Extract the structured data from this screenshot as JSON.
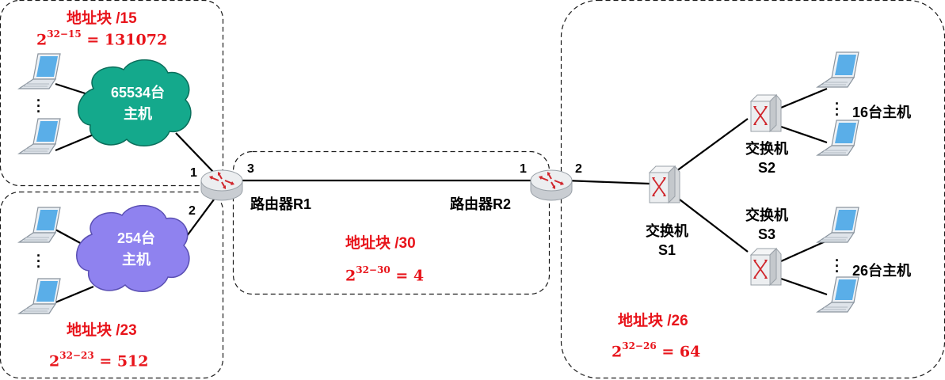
{
  "left_top": {
    "block_label": "地址块 /15",
    "formula_base": "2",
    "formula_exp": "32−15",
    "formula_result": "= 131072",
    "cloud_line1": "65534台",
    "cloud_line2": "主机"
  },
  "left_bottom": {
    "block_label": "地址块 /23",
    "formula_base": "2",
    "formula_exp": "32−23",
    "formula_result": "= 512",
    "cloud_line1": "254台",
    "cloud_line2": "主机"
  },
  "middle": {
    "block_label": "地址块 /30",
    "formula_base": "2",
    "formula_exp": "32−30",
    "formula_result": "= 4"
  },
  "right": {
    "block_label": "地址块 /26",
    "formula_base": "2",
    "formula_exp": "32−26",
    "formula_result": "= 64",
    "hosts_top": "16台主机",
    "hosts_bottom": "26台主机"
  },
  "routers": {
    "r1_label": "路由器R1",
    "r2_label": "路由器R2",
    "r1_port1": "1",
    "r1_port2": "2",
    "r1_port3": "3",
    "r2_port1": "1",
    "r2_port2": "2"
  },
  "switches": {
    "s1_line1": "交换机",
    "s1_line2": "S1",
    "s2_line1": "交换机",
    "s2_line2": "S2",
    "s3_line1": "交换机",
    "s3_line2": "S3"
  },
  "colors": {
    "red_text": "#e8141b",
    "cloud_teal": "#14a98c",
    "cloud_purple": "#8f82ef",
    "laptop_screen": "#5aaee8",
    "switch_face": "#e8e8e8"
  }
}
